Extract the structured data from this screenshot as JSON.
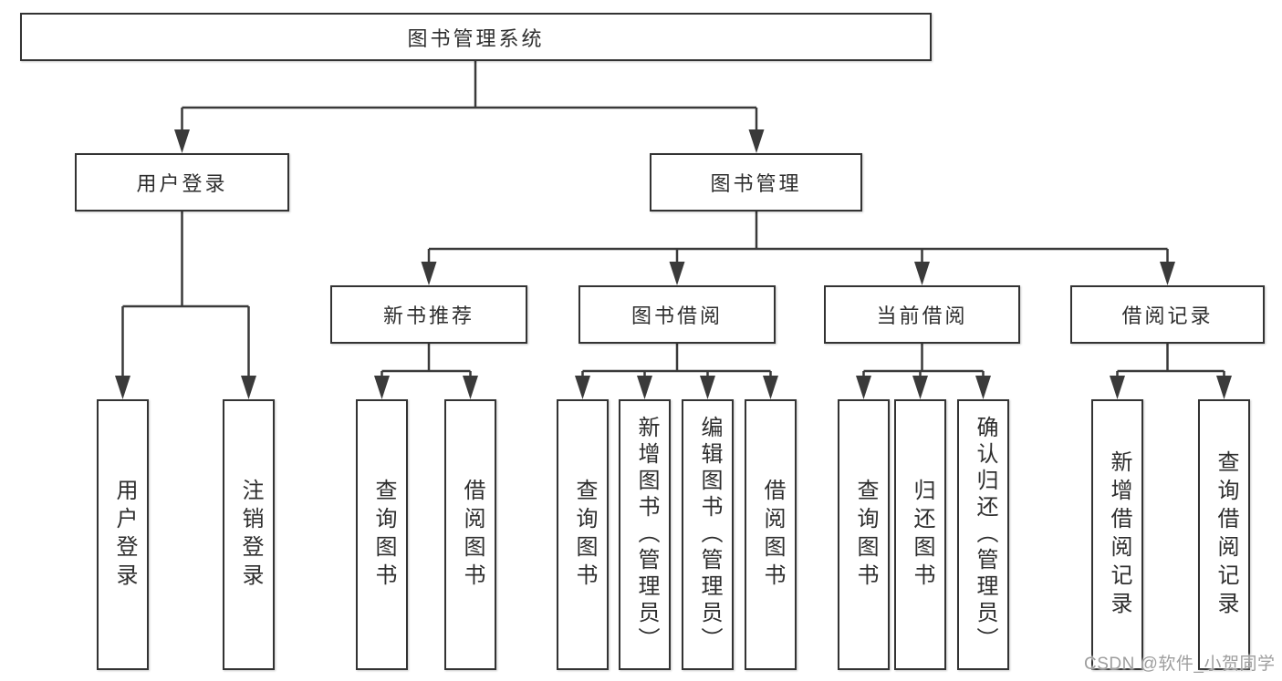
{
  "colors": {
    "line": "#3a3a3a",
    "box_border": "#333333",
    "text": "#2e2e2e",
    "background": "#ffffff",
    "watermark": "#9e9e9e"
  },
  "watermark": "CSDN @软件_小贺同学",
  "tree": {
    "label": "图书管理系统",
    "children": [
      {
        "label": "用户登录",
        "children": [
          {
            "label": "用户登录"
          },
          {
            "label": "注销登录"
          }
        ]
      },
      {
        "label": "图书管理",
        "children": [
          {
            "label": "新书推荐",
            "children": [
              {
                "label": "查询图书"
              },
              {
                "label": "借阅图书"
              }
            ]
          },
          {
            "label": "图书借阅",
            "children": [
              {
                "label": "查询图书"
              },
              {
                "label": "新增图书（管理员）"
              },
              {
                "label": "编辑图书（管理员）"
              },
              {
                "label": "借阅图书"
              }
            ]
          },
          {
            "label": "当前借阅",
            "children": [
              {
                "label": "查询图书"
              },
              {
                "label": "归还图书"
              },
              {
                "label": "确认归还（管理员）"
              }
            ]
          },
          {
            "label": "借阅记录",
            "children": [
              {
                "label": "新增借阅记录"
              },
              {
                "label": "查询借阅记录"
              }
            ]
          }
        ]
      }
    ]
  }
}
